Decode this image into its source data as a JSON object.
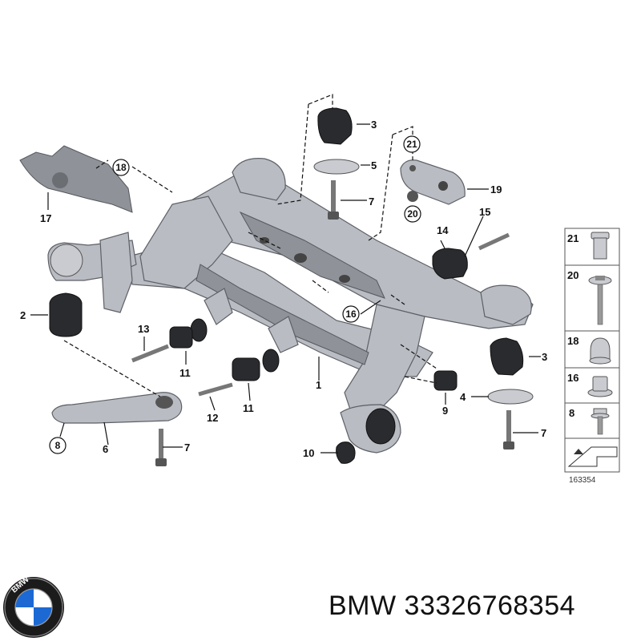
{
  "callouts": {
    "c1": "1",
    "c2": "2",
    "c3a": "3",
    "c3b": "3",
    "c4": "4",
    "c5": "5",
    "c6": "6",
    "c7a": "7",
    "c7b": "7",
    "c7c": "7",
    "c8": "8",
    "c9": "9",
    "c10": "10",
    "c11a": "11",
    "c11b": "11",
    "c12": "12",
    "c13": "13",
    "c14": "14",
    "c15": "15",
    "c16": "16",
    "c17": "17",
    "c18": "18",
    "c19": "19",
    "c20": "20",
    "c21": "21"
  },
  "legend": {
    "items": [
      "21",
      "20",
      "18",
      "16",
      "8"
    ],
    "drawing_number": "163354"
  },
  "logo": {
    "brand": "BMW"
  },
  "caption": "BMW 33326768354",
  "colors": {
    "frame": "#b9bcc2",
    "rubber": "#2a2b2e",
    "text": "#111111",
    "logo_blue": "#1c69d4"
  }
}
